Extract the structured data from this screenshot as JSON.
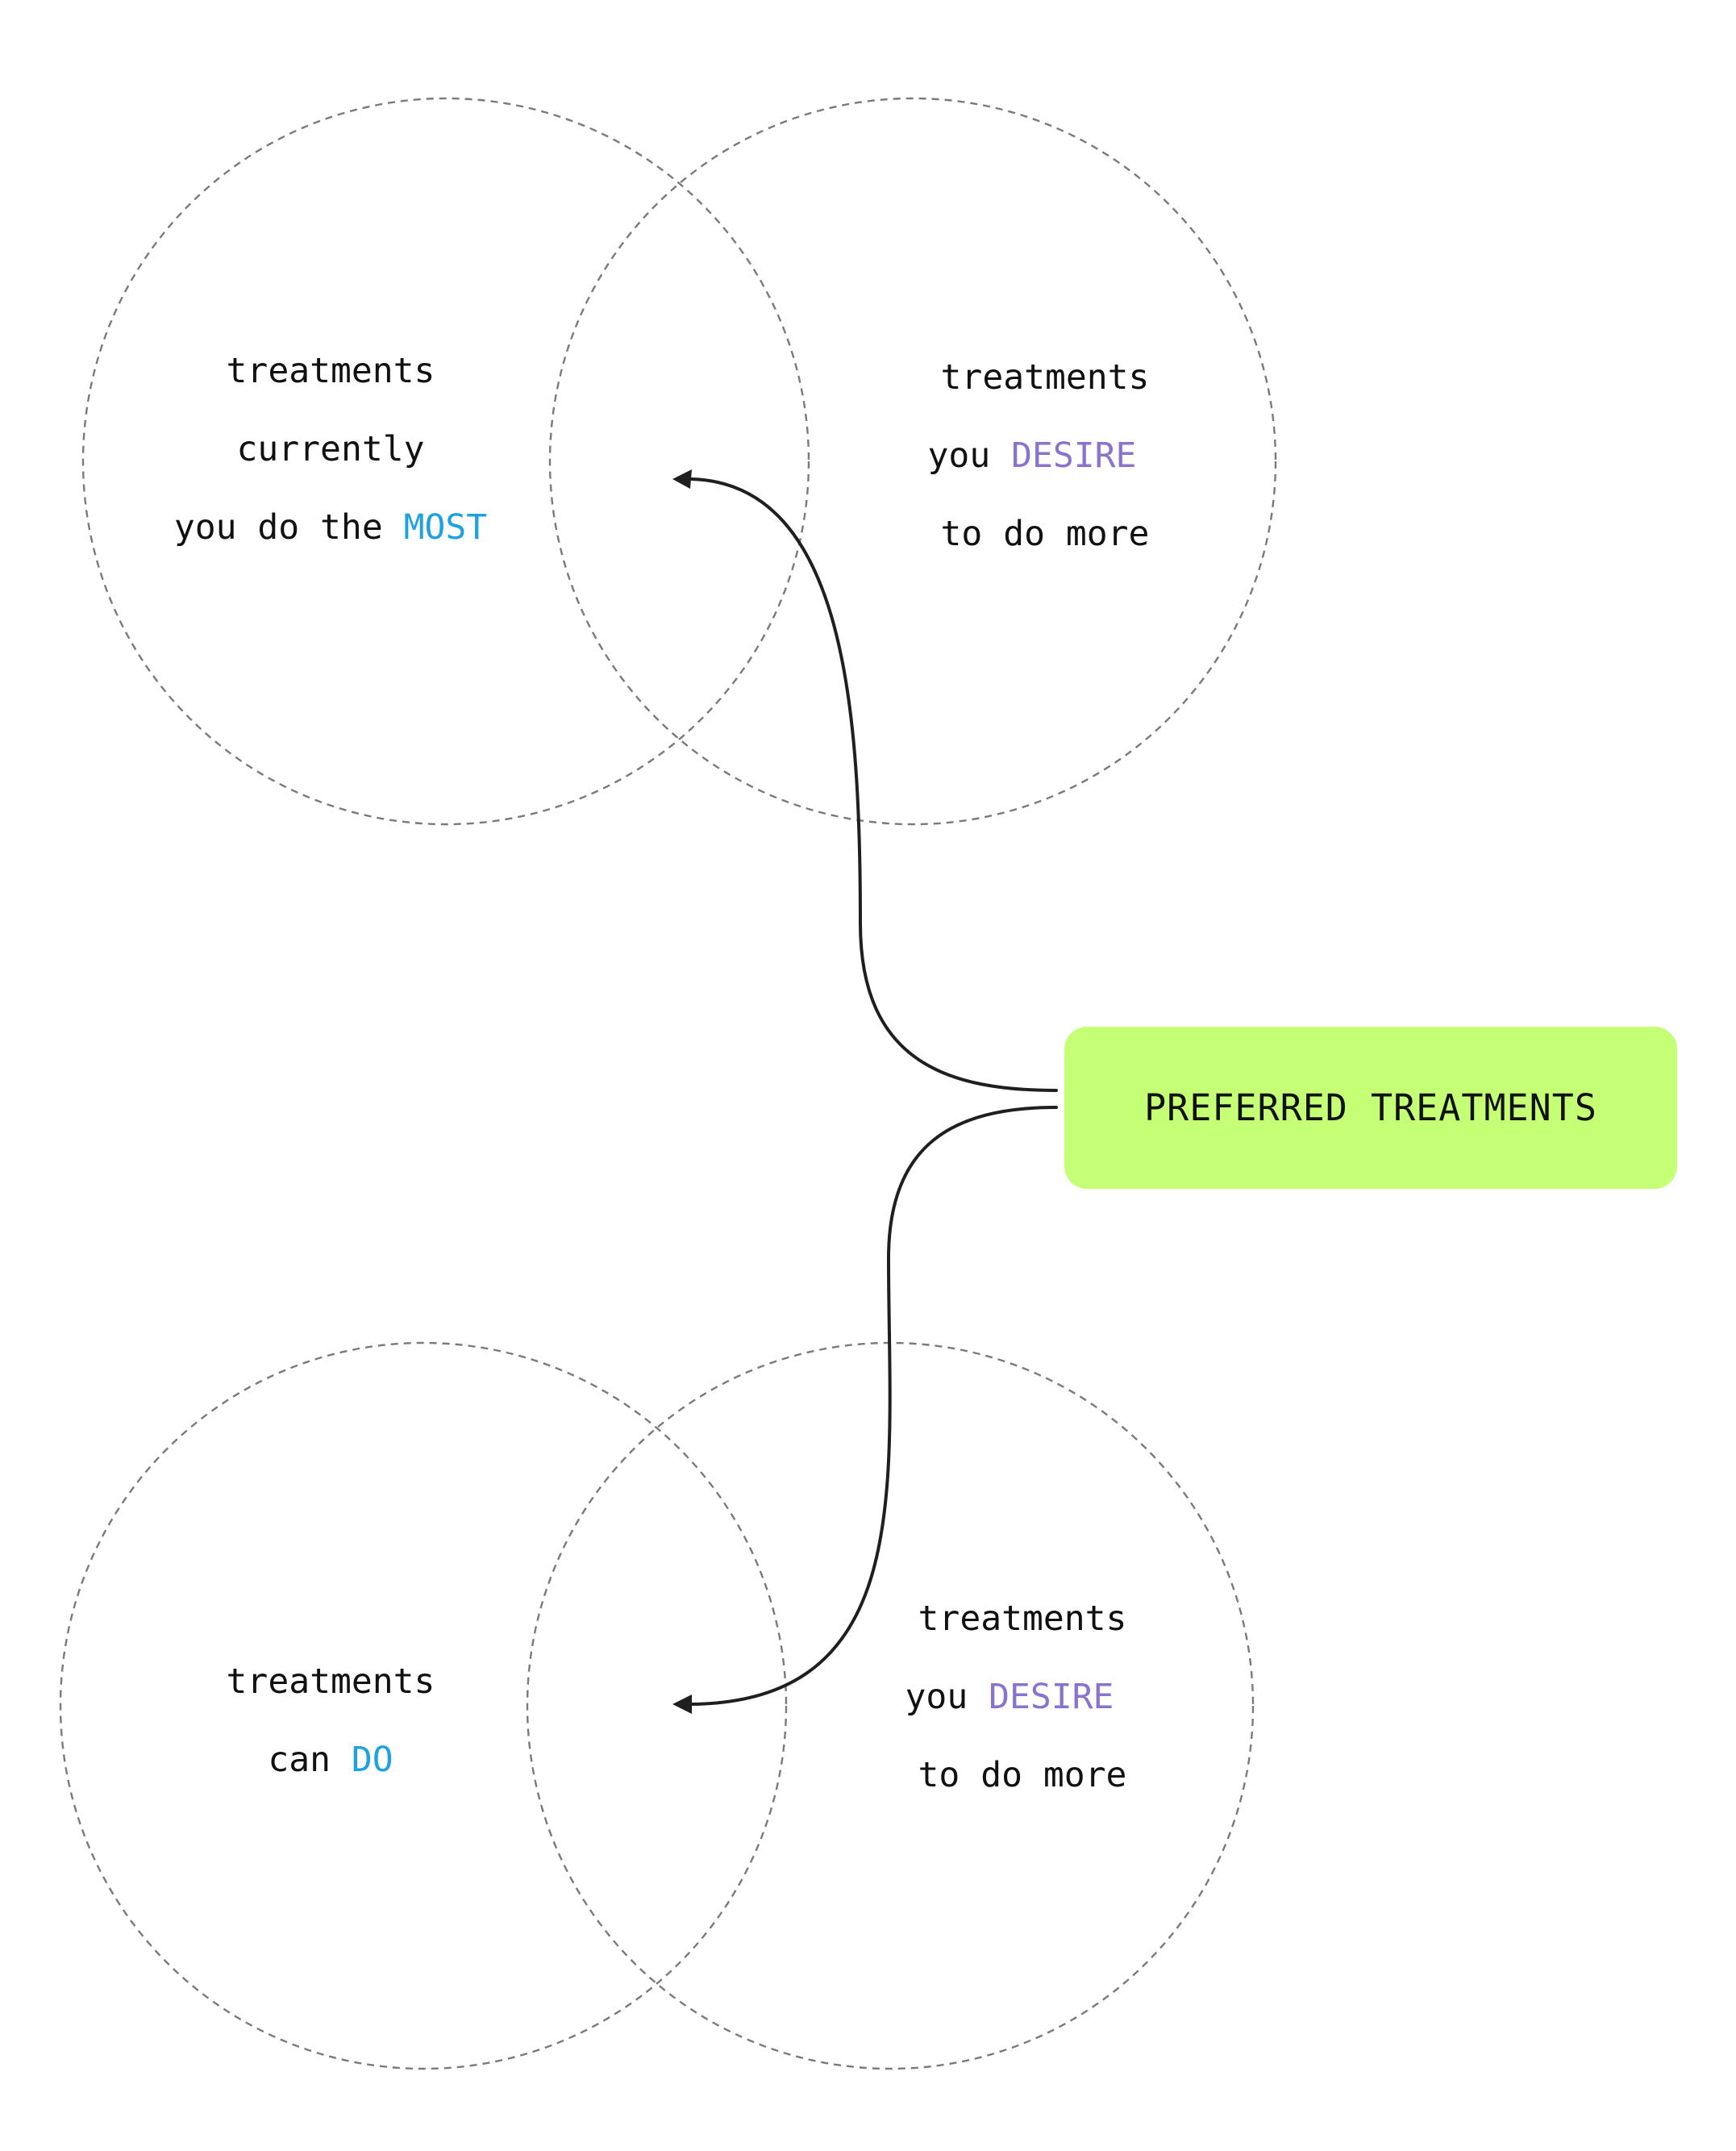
{
  "diagram": {
    "top_left": {
      "line1": "treatments",
      "line2": "currently",
      "line3_prefix": "you do the ",
      "line3_accent": "MOST"
    },
    "top_right": {
      "line1": "treatments",
      "line2_prefix": "you ",
      "line2_accent": "DESIRE",
      "line3": "to do more"
    },
    "bottom_left": {
      "line1": "treatments",
      "line2_prefix": "can ",
      "line2_accent": "DO"
    },
    "bottom_right": {
      "line1": "treatments",
      "line2_prefix": "you ",
      "line2_accent": "DESIRE",
      "line3": "to do more"
    },
    "center_box": {
      "label": "PREFERRED TREATMENTS"
    }
  },
  "colors": {
    "accent_blue": "#1ea2df",
    "accent_purple": "#8a72cf",
    "box_fill": "#c5ff75",
    "circle_stroke": "#7a7a7a",
    "connector_stroke": "#1f1f1f"
  }
}
